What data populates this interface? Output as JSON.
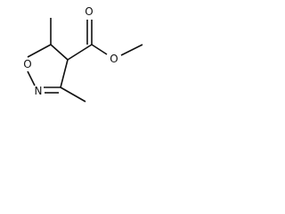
{
  "molecule": {
    "atoms": {
      "ring_oxygen": "O",
      "ring_nitrogen": "N",
      "carbonyl_oxygen": "O",
      "ester_oxygen": "O"
    },
    "colors": {
      "ink": "#111111",
      "background": "#ffffff"
    }
  }
}
